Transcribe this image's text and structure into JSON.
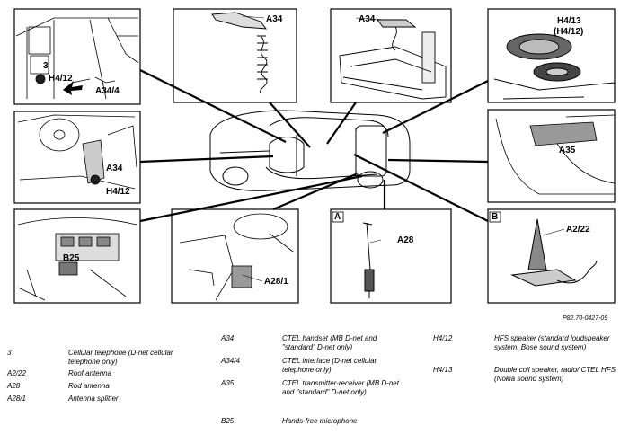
{
  "figure_ref": "P82.70-0427-09",
  "panel_labels": {
    "top_left": [
      "3",
      "H4/12",
      "A34/4"
    ],
    "top_center": [
      "A34"
    ],
    "top_right_center": [
      "A34"
    ],
    "top_right": [
      "H4/13",
      "(H4/12)"
    ],
    "middle_left": [
      "A34",
      "H4/12"
    ],
    "middle_right": [
      "A35"
    ],
    "bottom_left": [
      "B25"
    ],
    "bottom_center": [
      "A28/1"
    ],
    "bottom_a_letter": "A",
    "bottom_a_part": "A28",
    "bottom_b_letter": "B",
    "bottom_b_part": "A2/22"
  },
  "legend": [
    {
      "code": "3",
      "text": "Cellular telephone (D-net cellular telephone only)"
    },
    {
      "code": "A2/22",
      "text": "Roof antenna"
    },
    {
      "code": "A28",
      "text": "Rod antenna"
    },
    {
      "code": "A28/1",
      "text": "Antenna splitter"
    },
    {
      "code": "A34",
      "text": "CTEL handset (MB D-net and \"standard\" D-net only)"
    },
    {
      "code": "A34/4",
      "text": "CTEL interface (D-net cellular telephone only)"
    },
    {
      "code": "A35",
      "text": "CTEL transmitter-receiver (MB D-net and \"standard\" D-net only)"
    },
    {
      "code": "B25",
      "text": "Hands-free microphone"
    },
    {
      "code": "H4/12",
      "text": "HFS speaker (standard loudspeaker system, Bose sound system)"
    },
    {
      "code": "H4/13",
      "text": "Double coil speaker, radio/ CTEL HFS (Nokia sound system)"
    }
  ]
}
